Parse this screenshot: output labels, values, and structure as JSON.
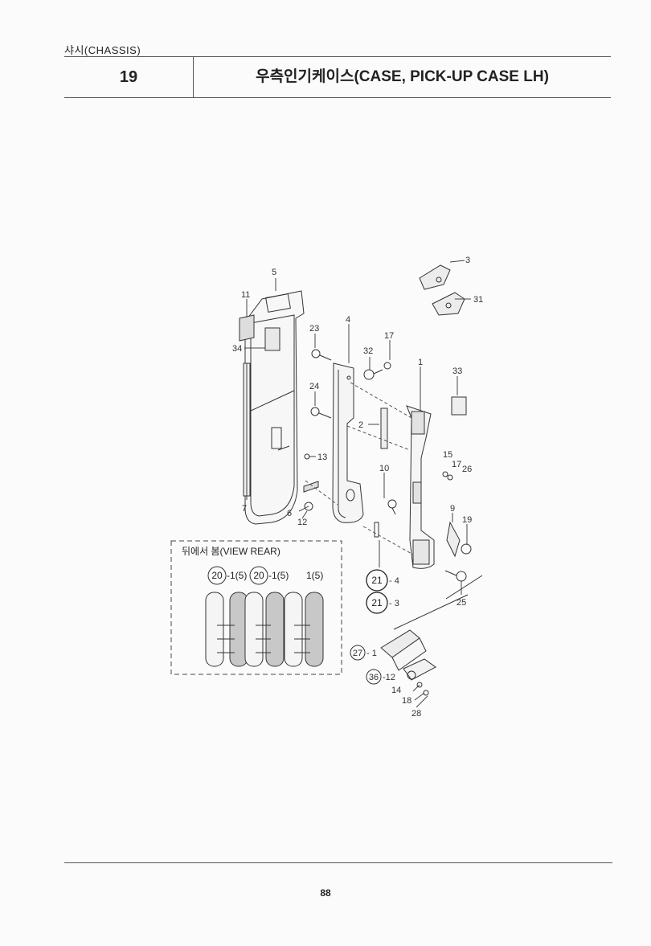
{
  "header": {
    "section": "샤시(CHASSIS)",
    "number": "19",
    "title": "우측인기케이스(CASE, PICK-UP CASE LH)"
  },
  "diagram": {
    "callouts": [
      "3",
      "31",
      "5",
      "11",
      "34",
      "23",
      "4",
      "17",
      "32",
      "1",
      "33",
      "24",
      "2",
      "15",
      "17",
      "26",
      "13",
      "10",
      "7",
      "6",
      "12",
      "9",
      "19",
      "25",
      "14",
      "18",
      "28"
    ],
    "inset": {
      "title": "뒤에서 봄(VIEW REAR)",
      "labels": [
        "-1(5)",
        "-1(5)",
        "1(5)"
      ],
      "circle_numbers": [
        "20",
        "20"
      ]
    },
    "circled_refs": [
      {
        "circle": "21",
        "suffix": "- 4"
      },
      {
        "circle": "21",
        "suffix": "- 3"
      },
      {
        "circle": "27",
        "suffix": "- 1"
      },
      {
        "circle": "36",
        "suffix": "-12"
      }
    ]
  },
  "footer": {
    "page": "88"
  }
}
